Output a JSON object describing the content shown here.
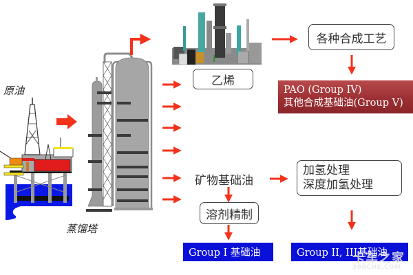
{
  "title": "基础油生产工艺流程",
  "colors": {
    "arrow": "#f4321c",
    "banner_red": "#9c2f33",
    "banner_blue": "#0b10d8"
  },
  "labels": {
    "crude_oil": "原油",
    "distillation_tower": "蒸馏塔",
    "ethylene": "乙烯",
    "synthesis_processes": "各种合成工艺",
    "pao_line1": "PAO (Group IV)",
    "pao_line2": "其他合成基础油(Group V)",
    "mineral_base_oil": "矿物基础油",
    "hydro_line1": "加氢处理",
    "hydro_line2": "深度加氢处理",
    "solvent_refining": "溶剂精制",
    "group1": "Group I 基础油",
    "group23": "Group II, III基础油"
  },
  "icons": {
    "oil_rig": "offshore-oil-rig-icon",
    "tower": "distillation-tower-icon",
    "plant": "petrochemical-plant-icon"
  },
  "watermark": {
    "line1": "卡车之家",
    "line2": "360CHE.COM"
  }
}
